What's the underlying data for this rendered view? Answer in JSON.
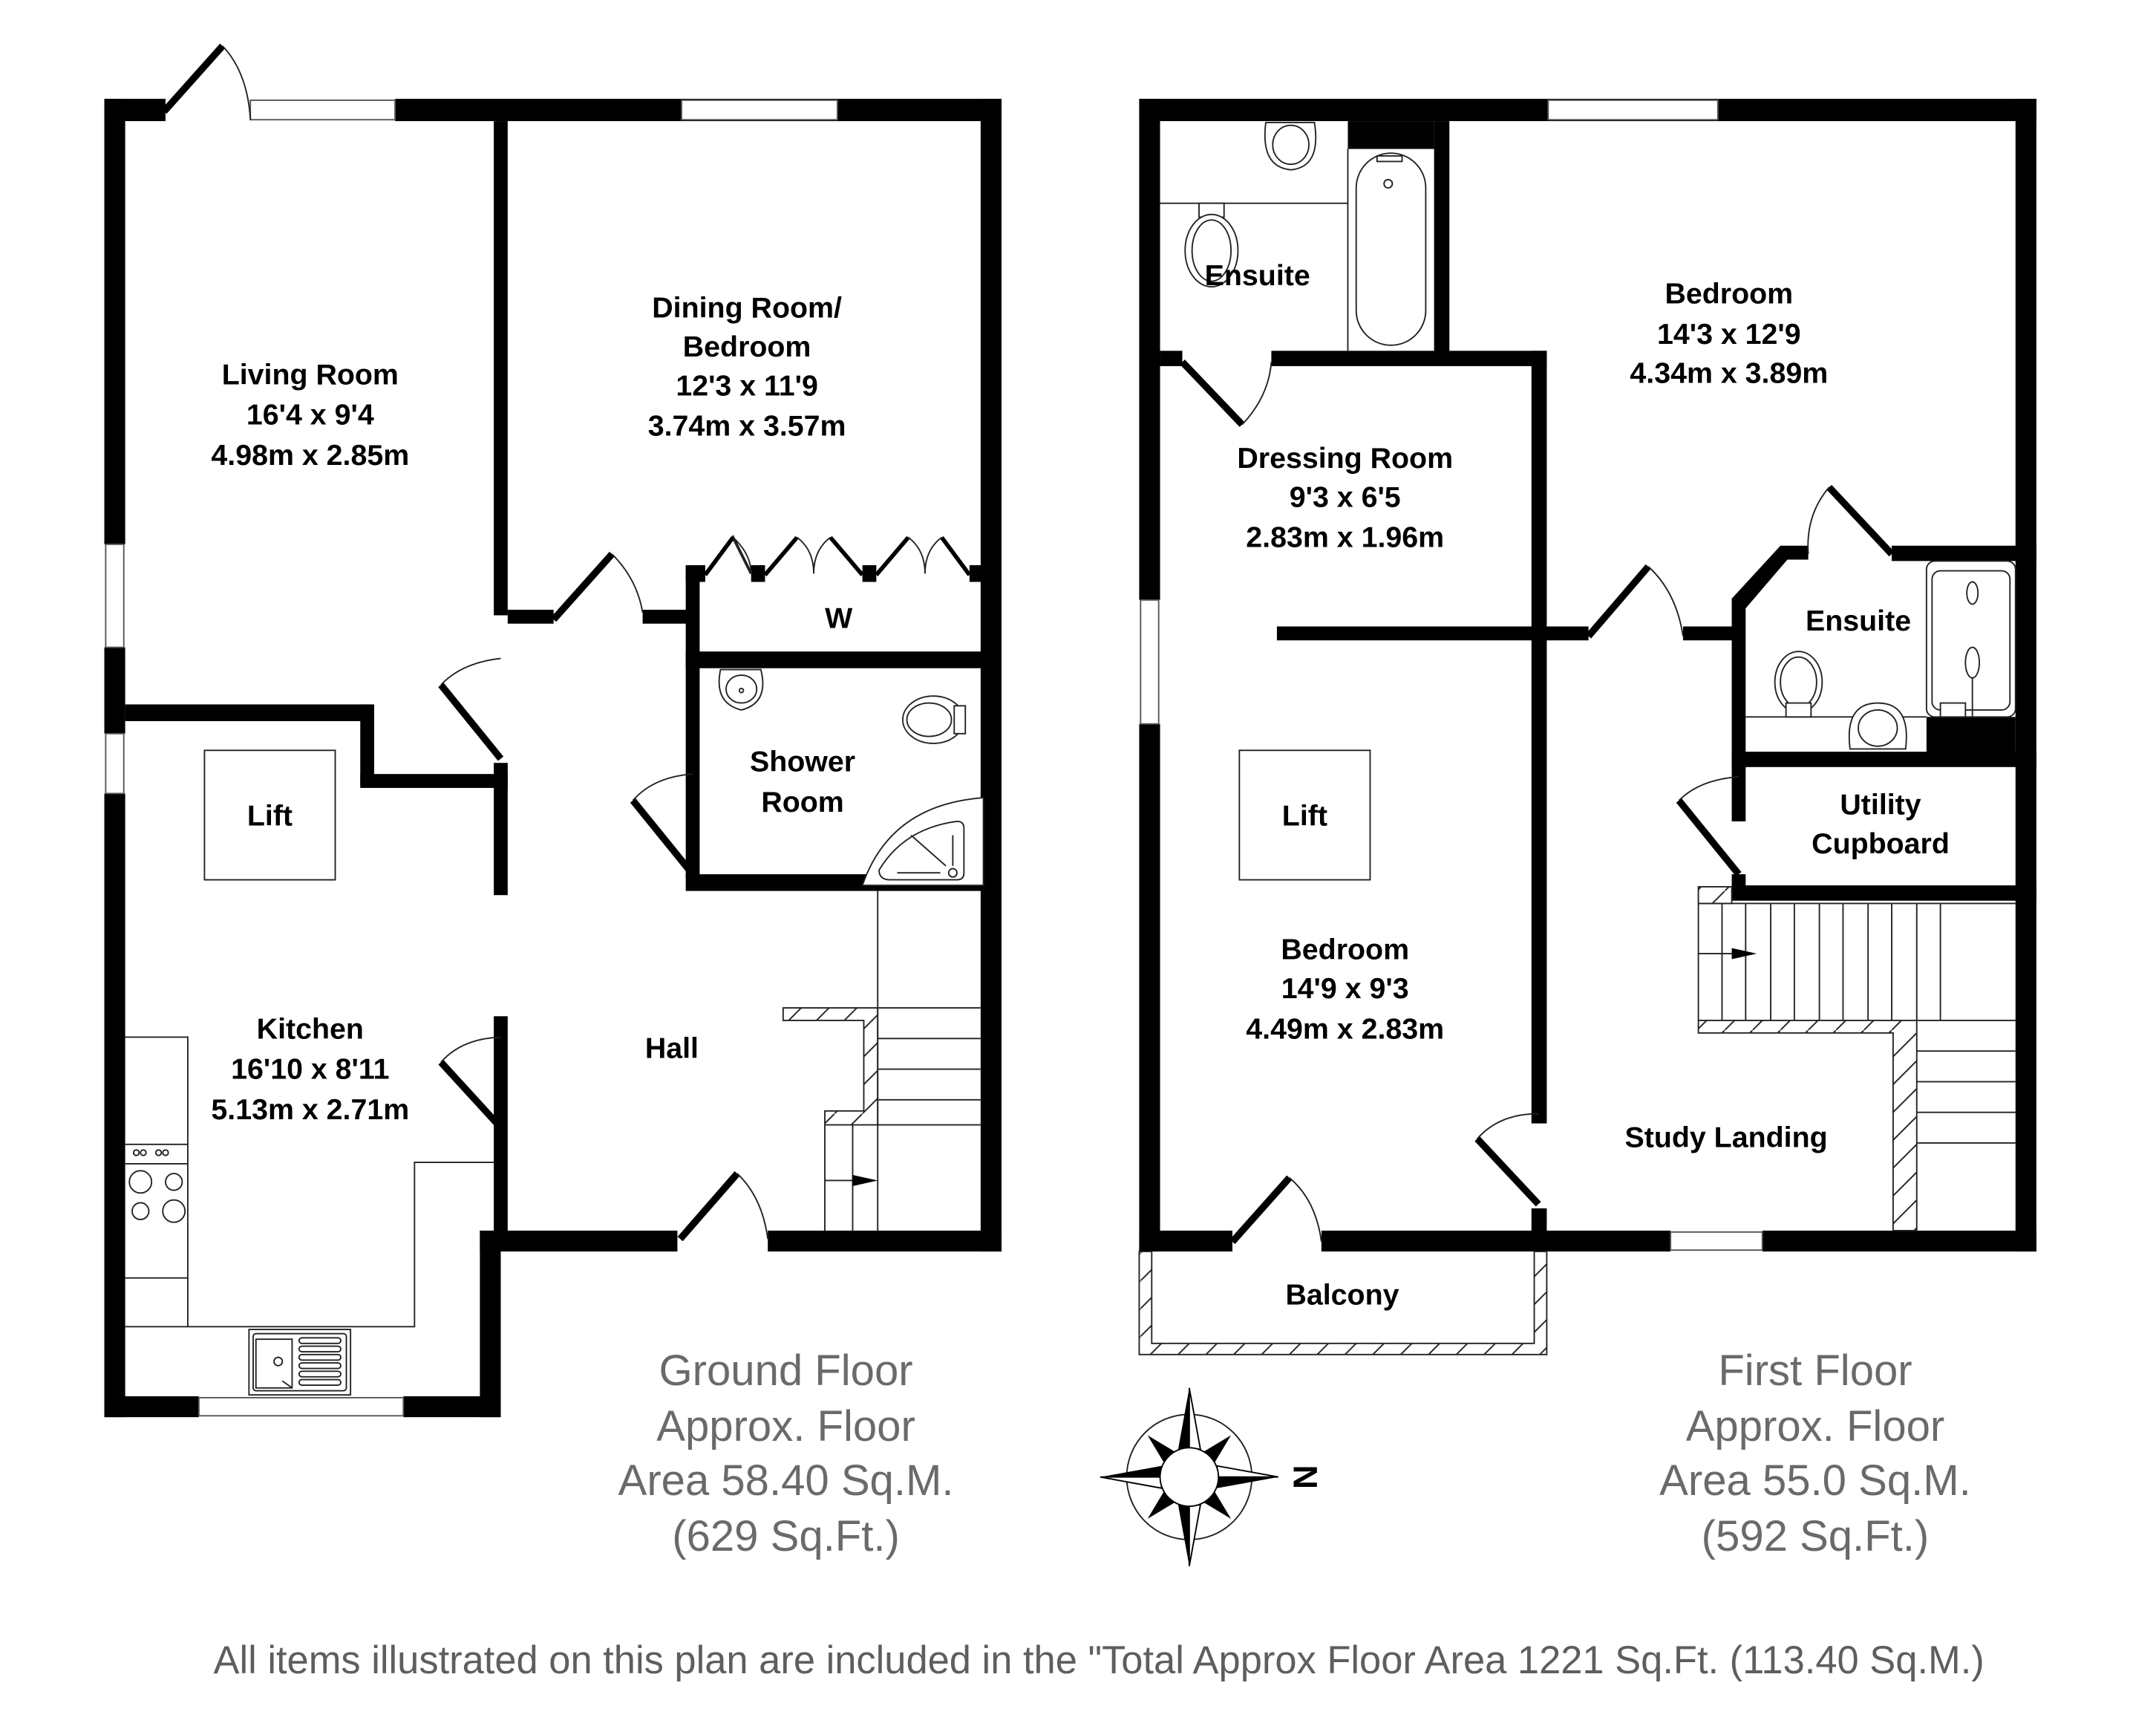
{
  "ground_floor": {
    "rooms": [
      {
        "id": "living-room",
        "name": "Living Room",
        "imperial": "16'4 x 9'4",
        "metric": "4.98m x 2.85m"
      },
      {
        "id": "dining-room",
        "name_line1": "Dining Room/",
        "name_line2": "Bedroom",
        "imperial": "12'3 x 11'9",
        "metric": "3.74m x 3.57m"
      },
      {
        "id": "wardrobe",
        "name": "W"
      },
      {
        "id": "shower-room",
        "name_line1": "Shower",
        "name_line2": "Room"
      },
      {
        "id": "lift",
        "name": "Lift"
      },
      {
        "id": "kitchen",
        "name": "Kitchen",
        "imperial": "16'10 x 8'11",
        "metric": "5.13m x 2.71m"
      },
      {
        "id": "hall",
        "name": "Hall"
      }
    ],
    "area": {
      "line1": "Ground Floor",
      "line2": "Approx. Floor",
      "line3": "Area 58.40 Sq.M.",
      "line4": "(629 Sq.Ft.)"
    }
  },
  "first_floor": {
    "rooms": [
      {
        "id": "ensuite-1",
        "name": "Ensuite"
      },
      {
        "id": "bedroom-1",
        "name": "Bedroom",
        "imperial": "14'3 x 12'9",
        "metric": "4.34m x 3.89m"
      },
      {
        "id": "dressing-room",
        "name": "Dressing Room",
        "imperial": "9'3 x 6'5",
        "metric": "2.83m x 1.96m"
      },
      {
        "id": "ensuite-2",
        "name": "Ensuite"
      },
      {
        "id": "lift",
        "name": "Lift"
      },
      {
        "id": "utility",
        "name_line1": "Utility",
        "name_line2": "Cupboard"
      },
      {
        "id": "bedroom-2",
        "name": "Bedroom",
        "imperial": "14'9 x 9'3",
        "metric": "4.49m x 2.83m"
      },
      {
        "id": "study-landing",
        "name": "Study Landing"
      },
      {
        "id": "balcony",
        "name": "Balcony"
      }
    ],
    "area": {
      "line1": "First Floor",
      "line2": "Approx. Floor",
      "line3": "Area 55.0 Sq.M.",
      "line4": "(592 Sq.Ft.)"
    }
  },
  "compass": {
    "north_label": "N",
    "icon": "compass-rose-icon"
  },
  "footer": {
    "disclaimer": "All items illustrated on this plan are included in the \"Total Approx Floor Area 1221 Sq.Ft. (113.40 Sq.M.)"
  },
  "colors": {
    "wall": "#000000",
    "area_text": "#6a6a6a",
    "background": "#ffffff"
  }
}
